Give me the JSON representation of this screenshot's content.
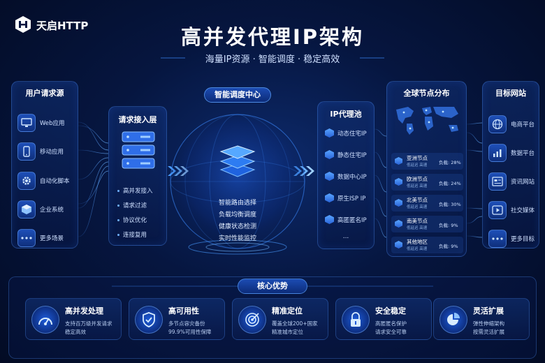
{
  "brand": {
    "name": "天启HTTP"
  },
  "header": {
    "title": "高并发代理IP架构",
    "subtitle": "海量IP资源 · 智能调度 · 稳定高效"
  },
  "user_sources": {
    "title": "用户请求源",
    "items": [
      {
        "label": "Web应用",
        "icon": "monitor-icon"
      },
      {
        "label": "移动应用",
        "icon": "phone-icon"
      },
      {
        "label": "自动化脚本",
        "icon": "gear-icon"
      },
      {
        "label": "企业系统",
        "icon": "cube-icon"
      },
      {
        "label": "更多场景",
        "icon": "more-icon"
      }
    ]
  },
  "access_layer": {
    "title": "请求接入层",
    "items": [
      "高并发接入",
      "请求过滤",
      "协议优化",
      "连接复用"
    ]
  },
  "scheduler": {
    "title": "智能调度中心",
    "items": [
      "智能路由选择",
      "负载均衡调度",
      "健康状态检测",
      "实时性能监控"
    ]
  },
  "proxy_pool": {
    "title": "IP代理池",
    "items": [
      "动态住宅IP",
      "静态住宅IP",
      "数据中心IP",
      "原生ISP IP",
      "高匿匿名IP"
    ],
    "more": "..."
  },
  "global_nodes": {
    "title": "全球节点分布",
    "regions": [
      {
        "name": "亚洲节点",
        "sub": "低延迟 高速",
        "load": "负载: 28%"
      },
      {
        "name": "欧洲节点",
        "sub": "低延迟 高速",
        "load": "负载: 24%"
      },
      {
        "name": "北美节点",
        "sub": "低延迟 高速",
        "load": "负载: 30%"
      },
      {
        "name": "南美节点",
        "sub": "低延迟 高速",
        "load": "负载: 9%"
      },
      {
        "name": "其他地区",
        "sub": "低延迟 高速",
        "load": "负载: 9%"
      }
    ]
  },
  "targets": {
    "title": "目标网站",
    "items": [
      {
        "label": "电商平台",
        "icon": "globe-icon"
      },
      {
        "label": "数据平台",
        "icon": "chart-icon"
      },
      {
        "label": "资讯网站",
        "icon": "news-icon"
      },
      {
        "label": "社交媒体",
        "icon": "play-icon"
      },
      {
        "label": "更多目标",
        "icon": "more-icon"
      }
    ]
  },
  "advantages": {
    "title": "核心优势",
    "items": [
      {
        "title": "高并发处理",
        "lines": [
          "支持百万级并发请求",
          "稳定高效"
        ],
        "icon": "speedometer-icon"
      },
      {
        "title": "高可用性",
        "lines": [
          "多节点容灾备份",
          "99.9%可用性保障"
        ],
        "icon": "shield-check-icon"
      },
      {
        "title": "精准定位",
        "lines": [
          "覆盖全球200+国家",
          "精准城市定位"
        ],
        "icon": "target-icon"
      },
      {
        "title": "安全稳定",
        "lines": [
          "高匿匿名保护",
          "请求安全可靠"
        ],
        "icon": "lock-icon"
      },
      {
        "title": "灵活扩展",
        "lines": [
          "弹性伸缩架构",
          "按需灵活扩展"
        ],
        "icon": "pie-icon"
      }
    ]
  },
  "colors": {
    "accent": "#3d8bff",
    "background": "#061640"
  }
}
